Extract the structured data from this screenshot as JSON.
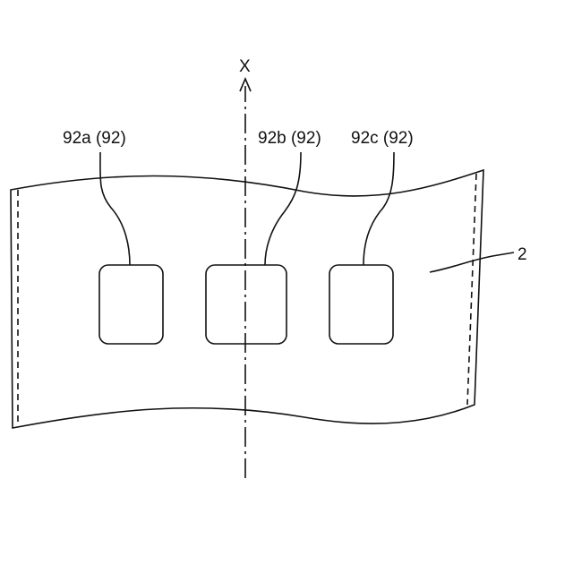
{
  "diagram": {
    "axis_label": "X",
    "callouts": [
      {
        "id": "92a",
        "text": "92a (92)"
      },
      {
        "id": "92b",
        "text": "92b (92)"
      },
      {
        "id": "92c",
        "text": "92c (92)"
      }
    ],
    "sheet_reference": "2",
    "colors": {
      "line": "#111111",
      "background": "#ffffff"
    }
  }
}
